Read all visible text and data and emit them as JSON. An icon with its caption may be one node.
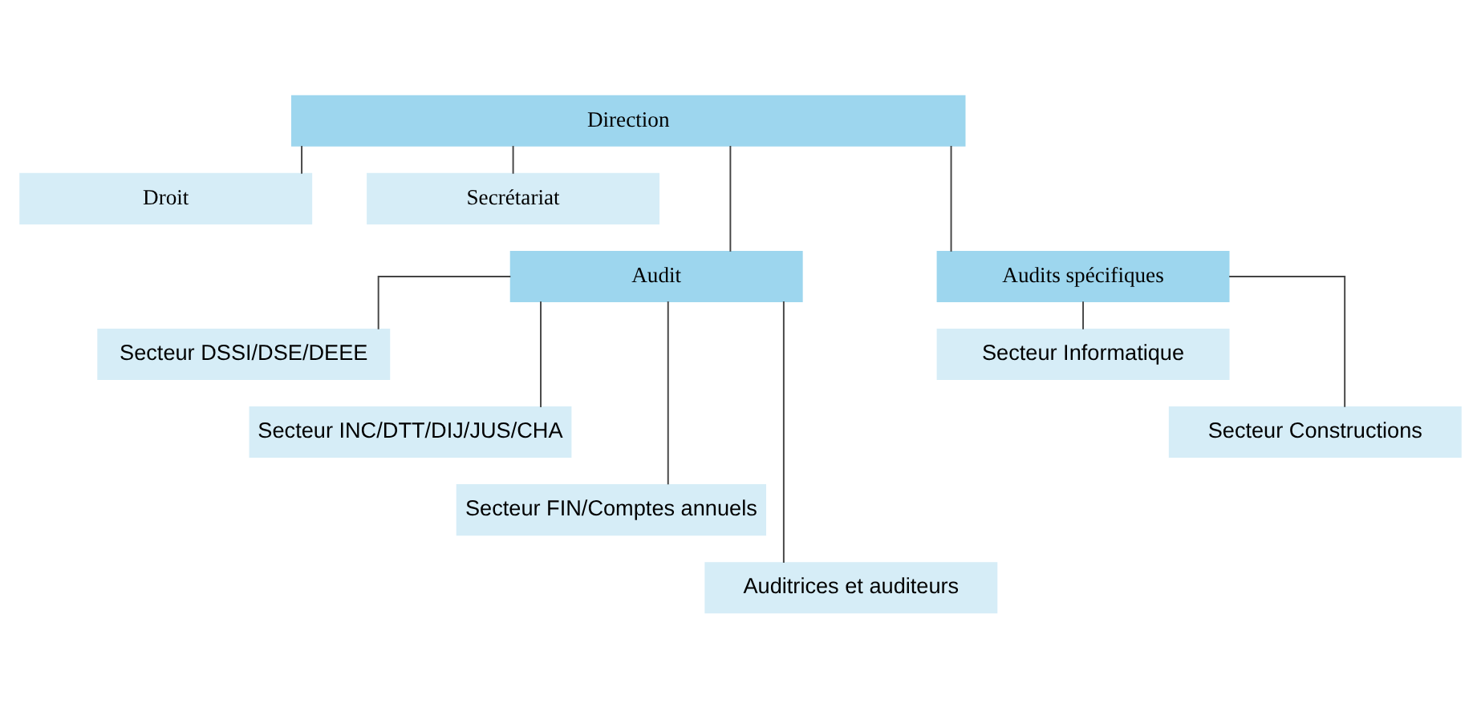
{
  "diagram": {
    "nodes": [
      {
        "text": [
          "Direction"
        ]
      },
      {
        "text": [
          "Droit"
        ]
      },
      {
        "text": [
          "Secrétariat"
        ]
      },
      {
        "text": [
          "Audit"
        ]
      },
      {
        "text": [
          "Audits spécifiques"
        ]
      },
      {
        "text": [
          "Secteur DSSI/DSE/DEEE"
        ]
      },
      {
        "text": [
          "Secteur INC/DTT/DIJ/JUS/CHA"
        ]
      },
      {
        "text": [
          "Secteur FIN/Comptes annuels"
        ]
      },
      {
        "text": [
          "Auditrices et auditeurs"
        ]
      },
      {
        "text": [
          "Secteur Informatique"
        ]
      },
      {
        "text": [
          "Secteur Constructions"
        ]
      }
    ],
    "edges": [
      {
        "from": 0,
        "to": 1,
        "arrow": "none"
      },
      {
        "from": 0,
        "to": 2,
        "arrow": "none"
      },
      {
        "from": 0,
        "to": 3,
        "arrow": "none"
      },
      {
        "from": 0,
        "to": 4,
        "arrow": "none"
      },
      {
        "from": 3,
        "to": 5,
        "arrow": "none"
      },
      {
        "from": 3,
        "to": 6,
        "arrow": "none"
      },
      {
        "from": 3,
        "to": 7,
        "arrow": "none"
      },
      {
        "from": 3,
        "to": 8,
        "arrow": "none"
      },
      {
        "from": 4,
        "to": 9,
        "arrow": "none"
      },
      {
        "from": 4,
        "to": 10,
        "arrow": "none"
      }
    ]
  }
}
